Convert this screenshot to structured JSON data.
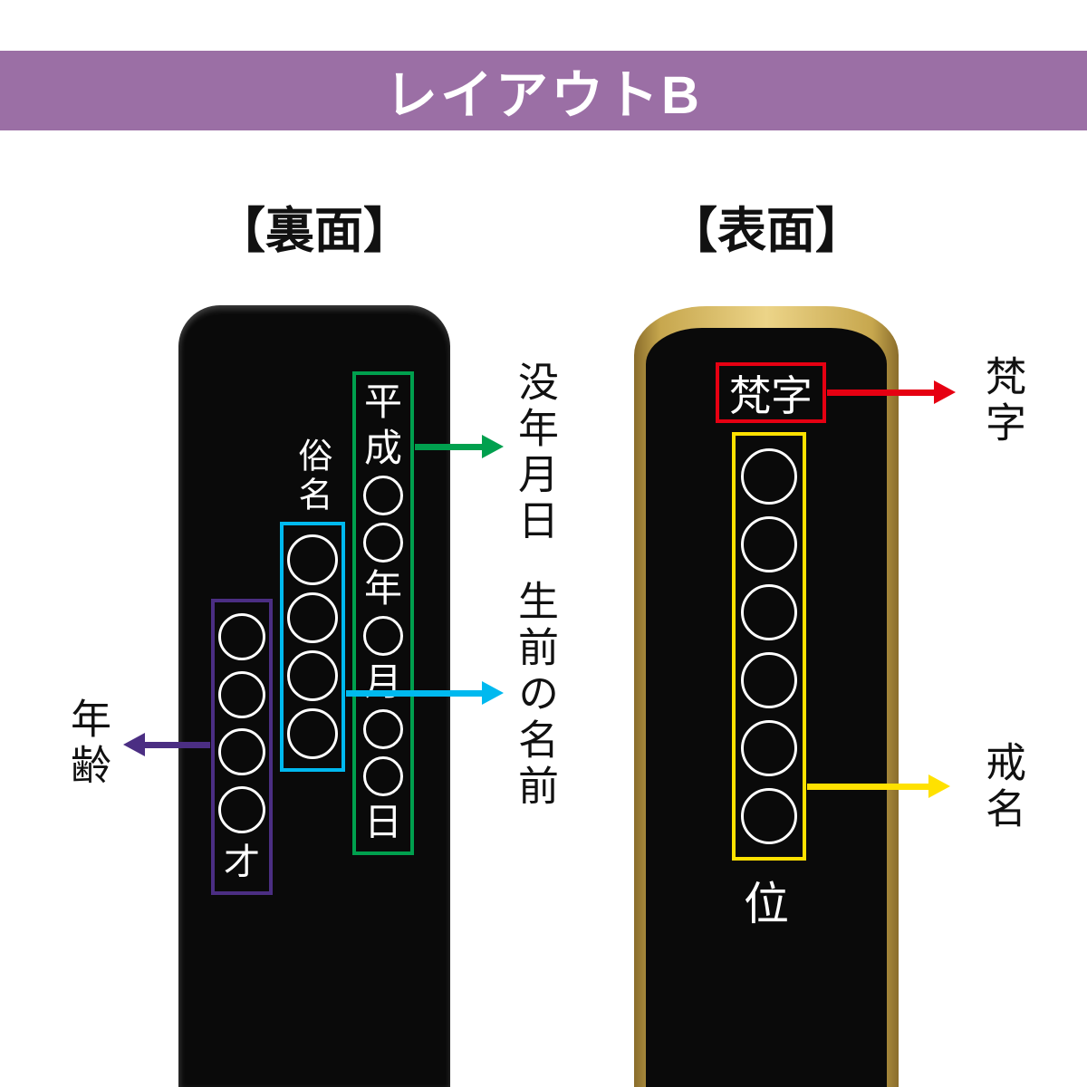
{
  "header": {
    "title": "レイアウトB"
  },
  "colors": {
    "header_bg": "#9B6FA5",
    "tablet_black": "#0A0A0A",
    "gold_frame": "#C7A74E",
    "green": "#00A04E",
    "cyan": "#00B9EF",
    "purple": "#4B2E83",
    "red": "#E60012",
    "yellow": "#FFE100",
    "tablet_text": "#FFFFFF"
  },
  "back": {
    "title": "【裏面】",
    "zokumyo_label": "俗名",
    "date_column": [
      "平",
      "成",
      "○",
      "○",
      "年",
      "○",
      "月",
      "○",
      "○",
      "日"
    ],
    "name_column": [
      "○",
      "○",
      "○",
      "○"
    ],
    "age_column": [
      "○",
      "○",
      "○",
      "○",
      "才"
    ],
    "labels": {
      "date": "没年月日",
      "name": "生前の名前",
      "age": "年齢"
    }
  },
  "front": {
    "title": "【表面】",
    "bonji_text": "梵字",
    "kaimyo_column": [
      "○",
      "○",
      "○",
      "○",
      "○",
      "○"
    ],
    "rank_char": "位",
    "labels": {
      "bonji": "梵字",
      "kaimyo": "戒名"
    }
  }
}
